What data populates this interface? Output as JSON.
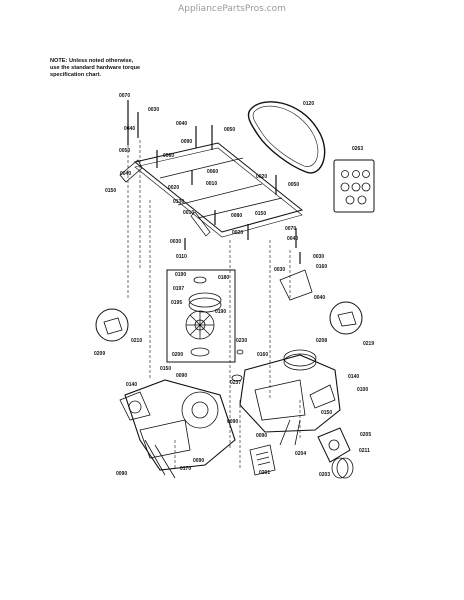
{
  "watermark": "AppliancePartsPros.com",
  "note": {
    "line1": "NOTE: Unless noted otherwise,",
    "line2": "use the standard hardware torque",
    "line3": "specification chart."
  },
  "labels": [
    {
      "id": "l1",
      "text": "0070"
    },
    {
      "id": "l2",
      "text": "0030"
    },
    {
      "id": "l3",
      "text": "0040"
    },
    {
      "id": "l4",
      "text": "0050"
    },
    {
      "id": "l5",
      "text": "0040"
    },
    {
      "id": "l6",
      "text": "0060"
    },
    {
      "id": "l7",
      "text": "0150"
    },
    {
      "id": "l8",
      "text": "0040"
    },
    {
      "id": "l9",
      "text": "0050"
    },
    {
      "id": "l10",
      "text": "0010"
    },
    {
      "id": "l11",
      "text": "0020"
    },
    {
      "id": "l12",
      "text": "0060"
    },
    {
      "id": "l13",
      "text": "0090"
    },
    {
      "id": "l14",
      "text": "0080"
    },
    {
      "id": "l15",
      "text": "0130"
    },
    {
      "id": "l16",
      "text": "0010"
    },
    {
      "id": "l17",
      "text": "0030"
    },
    {
      "id": "l18",
      "text": "0020"
    },
    {
      "id": "l19",
      "text": "0150"
    },
    {
      "id": "l20",
      "text": "0110"
    },
    {
      "id": "l21",
      "text": "0120"
    },
    {
      "id": "l22",
      "text": "0263"
    },
    {
      "id": "l23",
      "text": "0020"
    },
    {
      "id": "l24",
      "text": "0050"
    },
    {
      "id": "l25",
      "text": "0070"
    },
    {
      "id": "l26",
      "text": "0040"
    },
    {
      "id": "l27",
      "text": "0030"
    },
    {
      "id": "l28",
      "text": "0030"
    },
    {
      "id": "l29",
      "text": "0160"
    },
    {
      "id": "l30",
      "text": "0040"
    },
    {
      "id": "l31",
      "text": "0190"
    },
    {
      "id": "l32",
      "text": "0180"
    },
    {
      "id": "l33",
      "text": "0197"
    },
    {
      "id": "l34",
      "text": "0195"
    },
    {
      "id": "l35",
      "text": "0190"
    },
    {
      "id": "l36",
      "text": "0200"
    },
    {
      "id": "l37",
      "text": "0209"
    },
    {
      "id": "l38",
      "text": "0210"
    },
    {
      "id": "l39",
      "text": "0208"
    },
    {
      "id": "l40",
      "text": "0219"
    },
    {
      "id": "l41",
      "text": "0230"
    },
    {
      "id": "l42",
      "text": "0160"
    },
    {
      "id": "l43",
      "text": "0237"
    },
    {
      "id": "l44",
      "text": "0150"
    },
    {
      "id": "l45",
      "text": "0090"
    },
    {
      "id": "l46",
      "text": "0140"
    },
    {
      "id": "l47",
      "text": "0140"
    },
    {
      "id": "l48",
      "text": "0100"
    },
    {
      "id": "l49",
      "text": "0150"
    },
    {
      "id": "l50",
      "text": "0090"
    },
    {
      "id": "l51",
      "text": "0090"
    },
    {
      "id": "l52",
      "text": "0090"
    },
    {
      "id": "l53",
      "text": "0170"
    },
    {
      "id": "l54",
      "text": "0090"
    },
    {
      "id": "l55",
      "text": "0201"
    },
    {
      "id": "l56",
      "text": "0204"
    },
    {
      "id": "l57",
      "text": "0205"
    },
    {
      "id": "l58",
      "text": "0203"
    },
    {
      "id": "l59",
      "text": "0211"
    }
  ]
}
